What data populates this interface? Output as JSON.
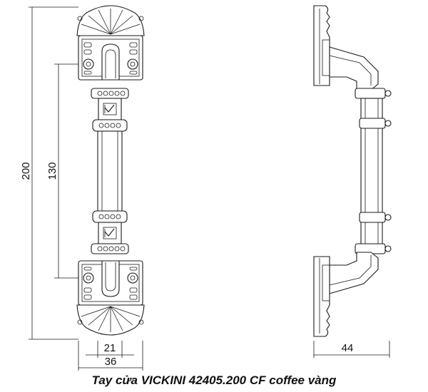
{
  "dimensions": {
    "overall_height": "200",
    "hole_spacing": "130",
    "bar_width": "21",
    "plate_width": "36",
    "projection": "44"
  },
  "caption": "Tay cửa VICKINI 42405.200 CF coffee vàng"
}
